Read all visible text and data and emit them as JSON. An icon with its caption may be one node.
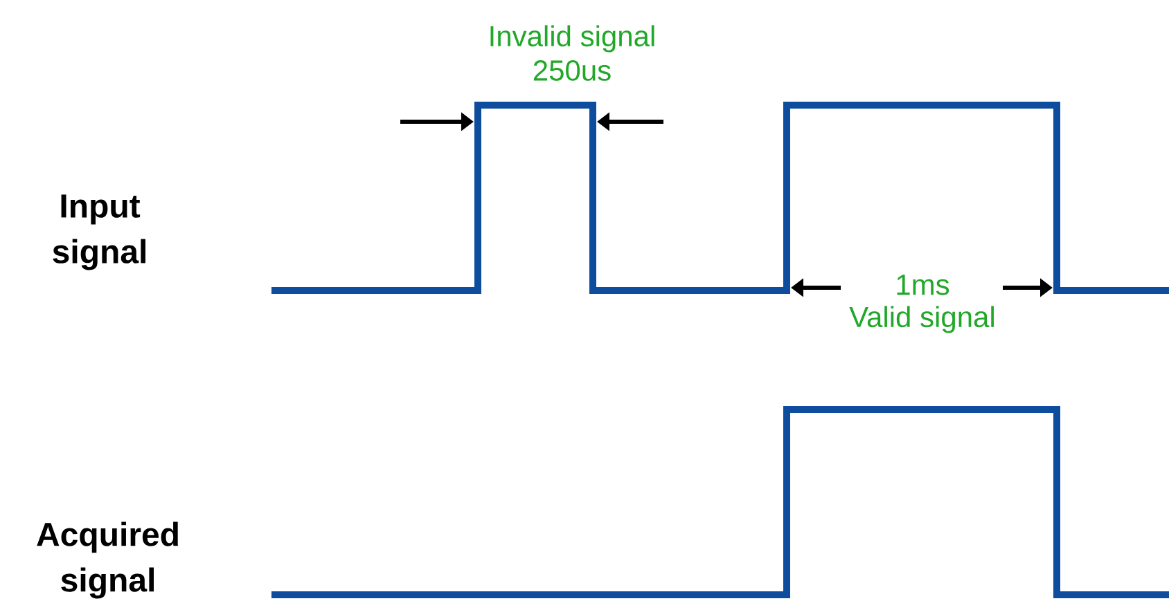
{
  "diagram": {
    "labels": [
      "Invalid signal",
      "250us",
      "Input signal",
      "1ms",
      "Valid signal",
      "Acquired signal"
    ]
  }
}
